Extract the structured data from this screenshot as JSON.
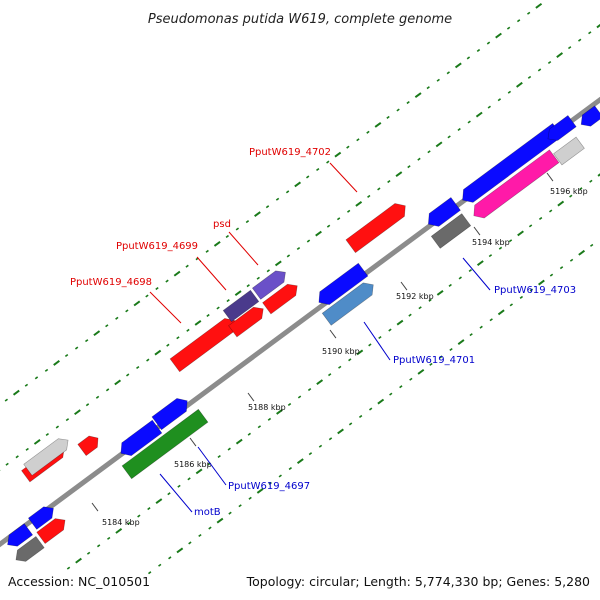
{
  "title": "Pseudomonas putida W619, complete genome",
  "footer": {
    "accession": "Accession: NC_010501",
    "summary": "Topology: circular; Length: 5,774,330 bp; Genes: 5,280"
  },
  "ticks": [
    {
      "text": "5184 kbp"
    },
    {
      "text": "5186 kbp"
    },
    {
      "text": "5188 kbp"
    },
    {
      "text": "5190 kbp"
    },
    {
      "text": "5192 kbp"
    },
    {
      "text": "5194 kbp"
    },
    {
      "text": "5196 kbp"
    }
  ],
  "gene_labels": [
    {
      "text": "PputW619_4702",
      "color": "#e00000"
    },
    {
      "text": "psd",
      "color": "#e00000"
    },
    {
      "text": "PputW619_4699",
      "color": "#e00000"
    },
    {
      "text": "PputW619_4698",
      "color": "#e00000"
    },
    {
      "text": "PputW619_4703",
      "color": "#0000cc"
    },
    {
      "text": "PputW619_4701",
      "color": "#0000cc"
    },
    {
      "text": "PputW619_4697",
      "color": "#0000cc"
    },
    {
      "text": "motB",
      "color": "#0000cc"
    }
  ],
  "colors": {
    "backbone": "#8c8c8c",
    "forward_cds": "#ff1010",
    "reverse_cds": "#0a0aff",
    "grey_cds": "#6a6a6a",
    "light_grey_cds": "#cfcfcf",
    "purple_cds": "#6a50c8",
    "dark_purple_cds": "#4a3a8c",
    "steel_blue_cds": "#4f8cc8",
    "green_cds": "#1f8f1f",
    "magenta_cds": "#ff1aa8",
    "dot_track": "#1a7a1a"
  }
}
